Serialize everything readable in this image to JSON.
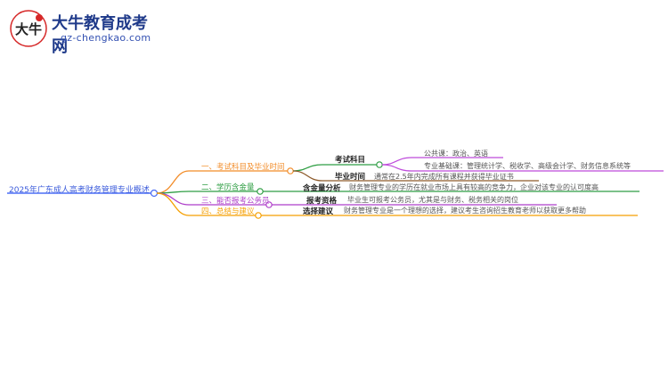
{
  "logo": {
    "name": "大牛教育成考网",
    "url": "gz-chengkao.com",
    "mark_text": "大牛"
  },
  "root": "2025年广东成人高考财务管理专业概述",
  "branches": [
    {
      "label": "一、考试科目及毕业时间",
      "color": "#f28c28"
    },
    {
      "label": "二、学历含金量",
      "color": "#2f9e44"
    },
    {
      "label": "三、能否报考公务员",
      "color": "#ae3ec9"
    },
    {
      "label": "四、总结与建议",
      "color": "#f59f00"
    }
  ],
  "details": {
    "exam_subjects": {
      "label": "考试科目",
      "leaves": [
        "公共课：政治、英语",
        "专业基础课：管理统计学、税收学、高级会计学、财务信息系统等"
      ]
    },
    "graduation": {
      "label": "毕业时间",
      "text": "通常在2.5年内完成所有课程并获得毕业证书"
    },
    "value": {
      "label": "含金量分析",
      "text": "财务管理专业的学历在就业市场上具有较高的竞争力，企业对该专业的认可度高"
    },
    "civil_service": {
      "label": "报考资格",
      "text": "毕业生可报考公务员，尤其是与财务、税务相关的岗位"
    },
    "advice": {
      "label": "选择建议",
      "text": "财务管理专业是一个理想的选择，建议考生咨询招生教育老师以获取更多帮助"
    }
  },
  "colors": {
    "root_line": "#4c6ef5",
    "subject_line": "#2f9e44",
    "leaf_line": "#be4bdb"
  }
}
